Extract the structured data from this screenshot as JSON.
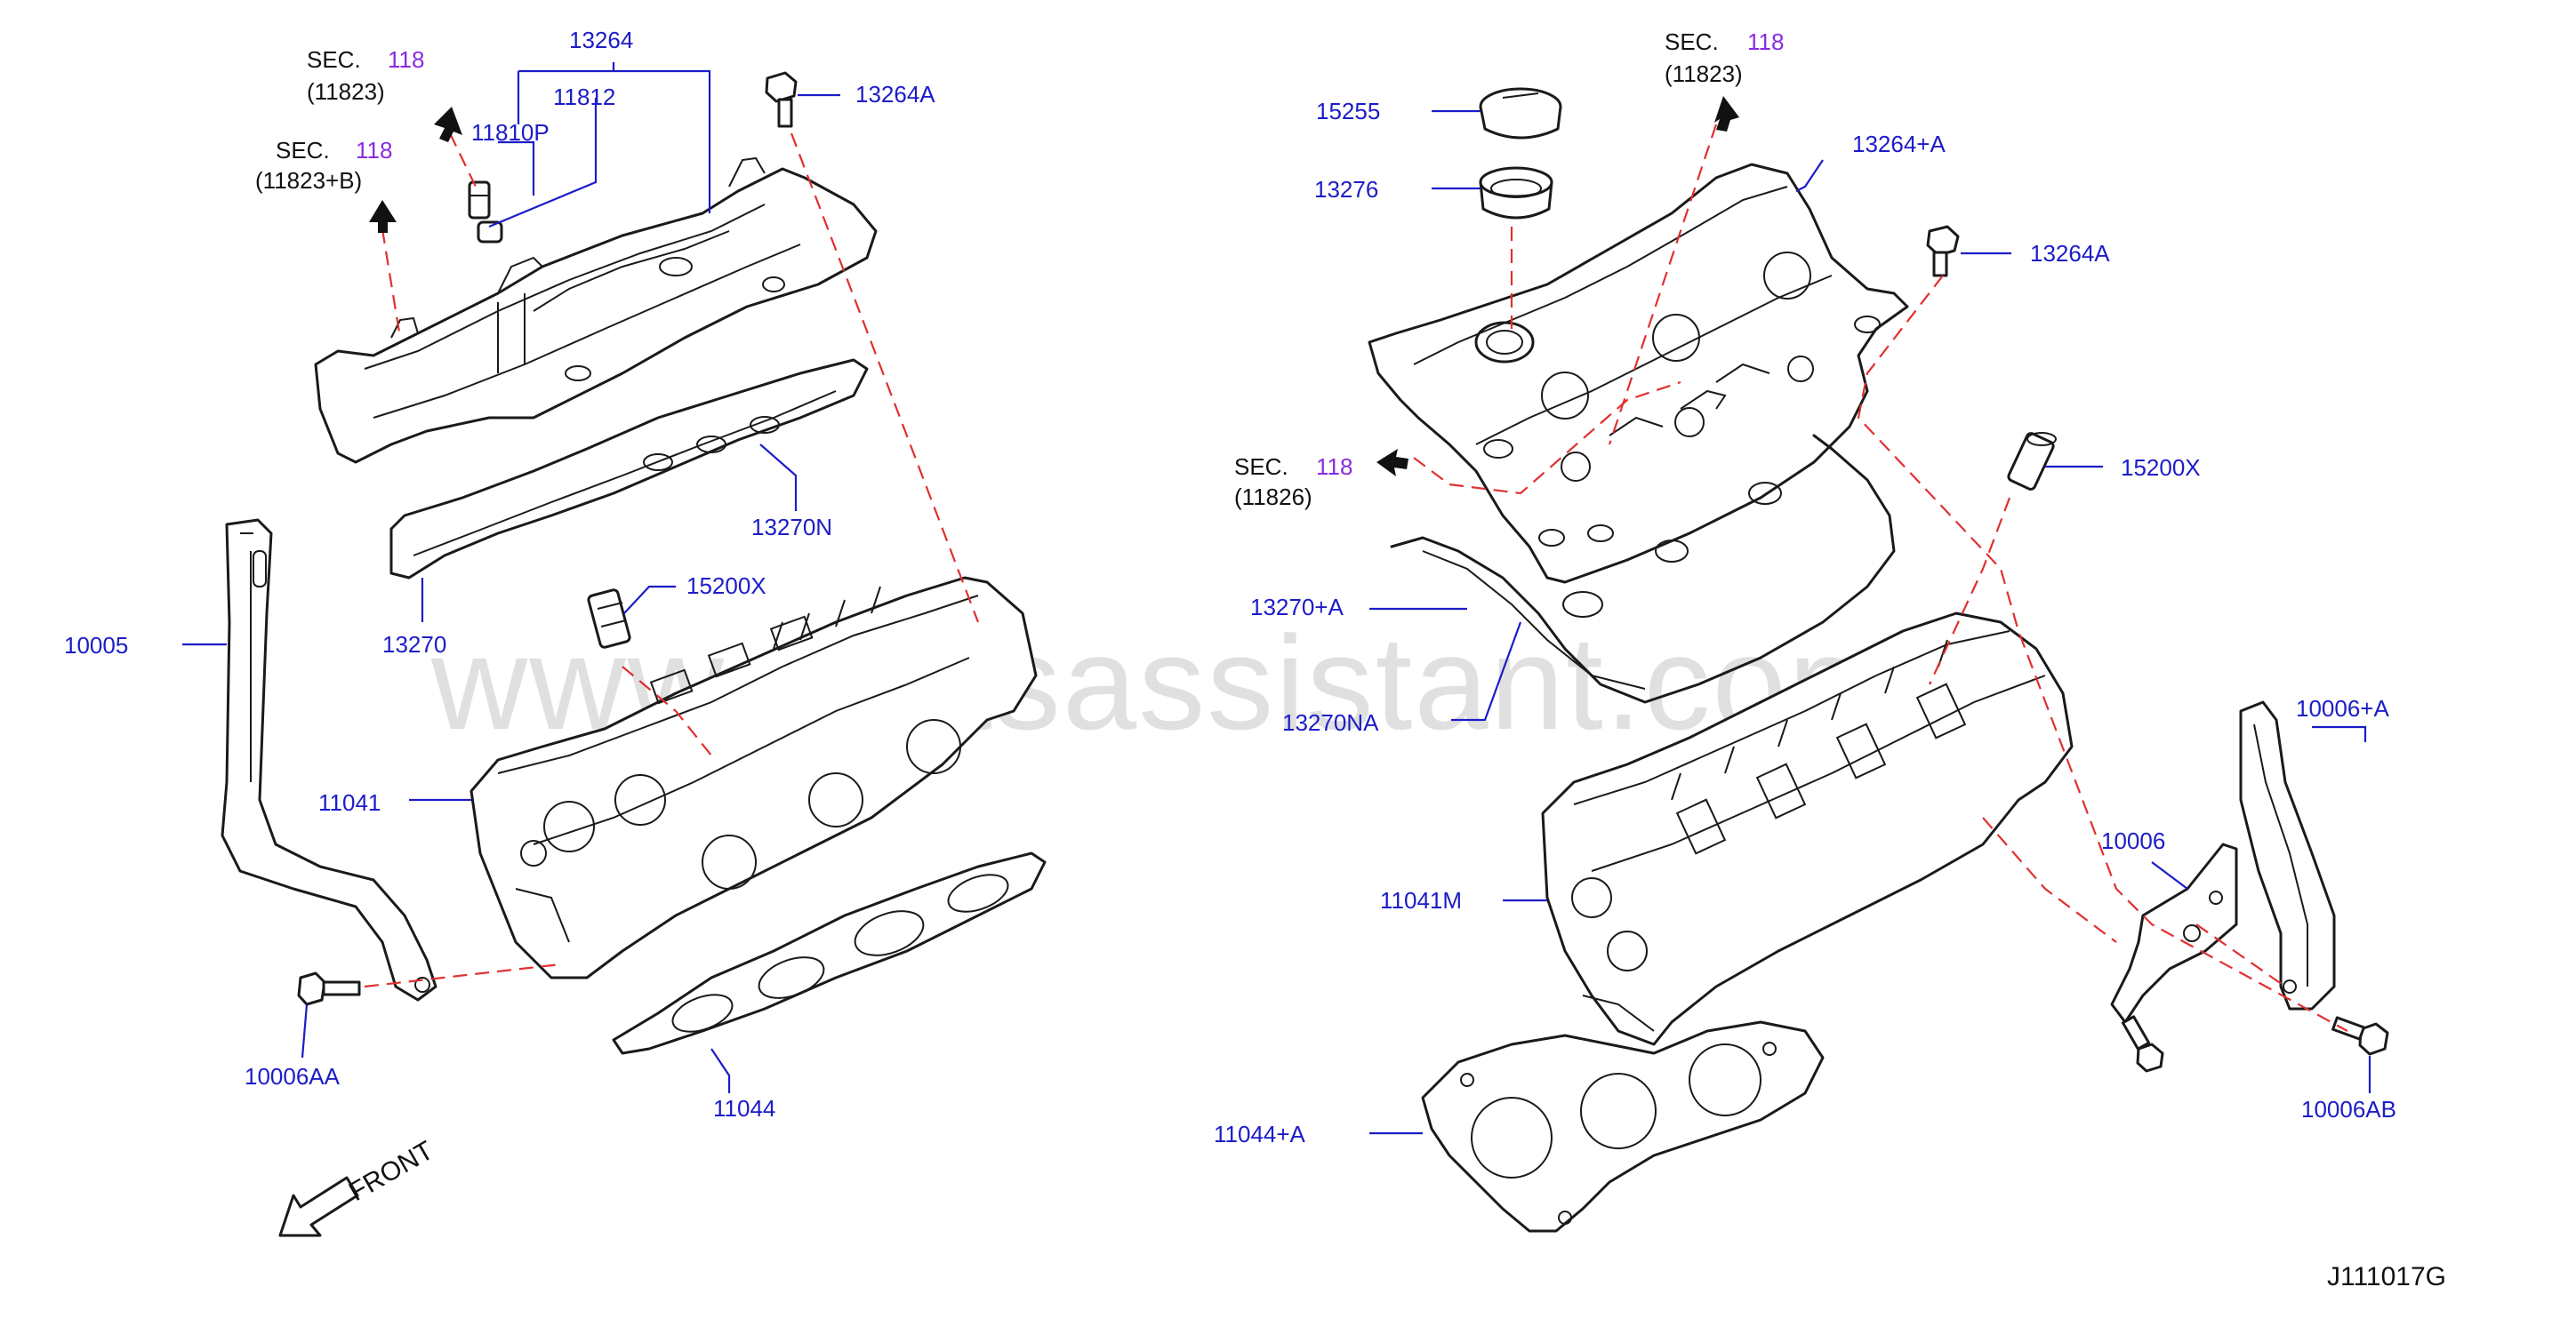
{
  "watermark": "www.partsassistant.com",
  "diagram_code": "J111017G",
  "front_label": "FRONT",
  "left_assembly": {
    "labels": {
      "p13264": "13264",
      "p11812": "11812",
      "p11810P": "11810P",
      "p13264A": "13264A",
      "p13270N": "13270N",
      "p13270": "13270",
      "p15200X": "15200X",
      "p10005": "10005",
      "p11041": "11041",
      "p10006AA": "10006AA",
      "p11044": "11044"
    },
    "sec_refs": [
      {
        "prefix": "SEC.",
        "num": "118",
        "code": "(11823)"
      },
      {
        "prefix": "SEC.",
        "num": "118",
        "code": "(11823+B)"
      }
    ]
  },
  "right_assembly": {
    "labels": {
      "p15255": "15255",
      "p13276": "13276",
      "p13264pA": "13264+A",
      "p13264A": "13264A",
      "p15200X": "15200X",
      "p13270pA": "13270+A",
      "p13270NA": "13270NA",
      "p11041M": "11041M",
      "p10006pA": "10006+A",
      "p10006": "10006",
      "p10006AB": "10006AB",
      "p11044pA": "11044+A"
    },
    "sec_refs": [
      {
        "prefix": "SEC.",
        "num": "118",
        "code": "(11823)"
      },
      {
        "prefix": "SEC.",
        "num": "118",
        "code": "(11826)"
      }
    ]
  },
  "colors": {
    "label": "#1c1cc8",
    "sec_number": "#8a2be2",
    "reference_line": "#e03030",
    "linework": "#1a1a1a",
    "watermark": "#c8c8c8"
  }
}
